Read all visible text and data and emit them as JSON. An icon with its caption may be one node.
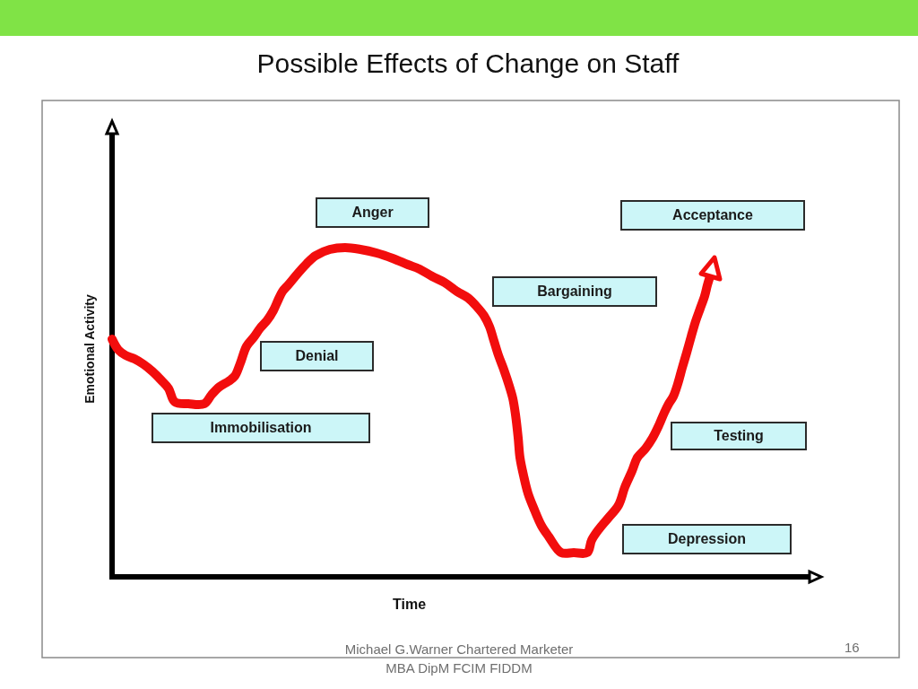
{
  "diagram": {
    "title": "Possible Effects of Change on Staff",
    "nodes": [
      {
        "text": [
          "Anger"
        ]
      },
      {
        "text": [
          "Acceptance"
        ]
      },
      {
        "text": [
          "Bargaining"
        ]
      },
      {
        "text": [
          "Denial"
        ]
      },
      {
        "text": [
          "Immobilisation"
        ]
      },
      {
        "text": [
          "Testing"
        ]
      },
      {
        "text": [
          "Depression"
        ]
      }
    ],
    "labels": [
      "Emotional Activity",
      "Time",
      "Michael G.Warner Chartered Marketer MBA DipM FCIM FIDDM",
      "16"
    ]
  }
}
